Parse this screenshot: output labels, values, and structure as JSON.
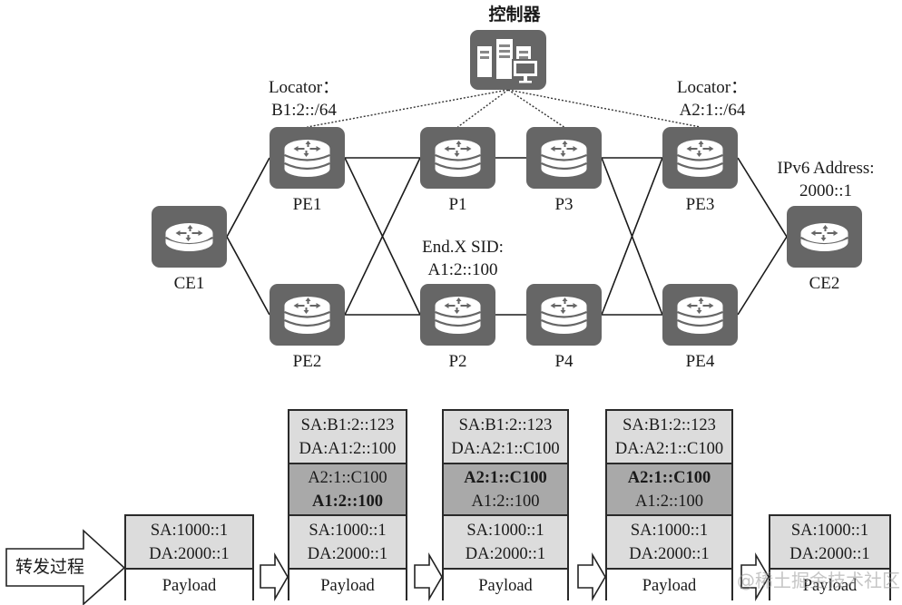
{
  "controller": {
    "label": "控制器",
    "icon": "server-monitor-icon"
  },
  "annotations": {
    "pe1_locator": [
      "Locator：",
      "B1:2::/64"
    ],
    "pe3_locator": [
      "Locator：",
      "A2:1::/64"
    ],
    "p2_endx_sid": [
      "End.X SID:",
      "A1:2::100"
    ],
    "ce2_address": [
      "IPv6 Address:",
      "2000::1"
    ]
  },
  "nodes": [
    {
      "id": "CE1",
      "label": "CE1",
      "icon": "router-icon",
      "layers": 1
    },
    {
      "id": "PE1",
      "label": "PE1",
      "icon": "router-icon",
      "layers": 2
    },
    {
      "id": "PE2",
      "label": "PE2",
      "icon": "router-icon",
      "layers": 2
    },
    {
      "id": "P1",
      "label": "P1",
      "icon": "router-icon",
      "layers": 2
    },
    {
      "id": "P2",
      "label": "P2",
      "icon": "router-icon",
      "layers": 2
    },
    {
      "id": "P3",
      "label": "P3",
      "icon": "router-icon",
      "layers": 2
    },
    {
      "id": "P4",
      "label": "P4",
      "icon": "router-icon",
      "layers": 2
    },
    {
      "id": "PE3",
      "label": "PE3",
      "icon": "router-icon",
      "layers": 2
    },
    {
      "id": "PE4",
      "label": "PE4",
      "icon": "router-icon",
      "layers": 2
    },
    {
      "id": "CE2",
      "label": "CE2",
      "icon": "router-icon",
      "layers": 1
    }
  ],
  "links": [
    [
      "CE1",
      "PE1"
    ],
    [
      "CE1",
      "PE2"
    ],
    [
      "PE1",
      "P1"
    ],
    [
      "PE1",
      "P2"
    ],
    [
      "PE2",
      "P1"
    ],
    [
      "PE2",
      "P2"
    ],
    [
      "P1",
      "P3"
    ],
    [
      "P2",
      "P4"
    ],
    [
      "P3",
      "PE3"
    ],
    [
      "P3",
      "PE4"
    ],
    [
      "P4",
      "PE3"
    ],
    [
      "P4",
      "PE4"
    ],
    [
      "PE3",
      "CE2"
    ],
    [
      "PE4",
      "CE2"
    ]
  ],
  "controller_links": [
    "PE1",
    "P1",
    "P3",
    "PE3"
  ],
  "forwarding": {
    "label": "转发过程",
    "packets": [
      {
        "sections": [
          {
            "style": "light",
            "lines": [
              {
                "text": "SA:1000::1"
              },
              {
                "text": "DA:2000::1"
              }
            ]
          },
          {
            "style": "white",
            "lines": [
              {
                "text": "Payload"
              }
            ]
          }
        ]
      },
      {
        "sections": [
          {
            "style": "light",
            "lines": [
              {
                "text": "SA:B1:2::123"
              },
              {
                "text": "DA:A1:2::100"
              }
            ]
          },
          {
            "style": "dark",
            "lines": [
              {
                "text": "A2:1::C100"
              },
              {
                "text": "A1:2::100",
                "bold": true
              }
            ]
          },
          {
            "style": "light",
            "lines": [
              {
                "text": "SA:1000::1"
              },
              {
                "text": "DA:2000::1"
              }
            ]
          },
          {
            "style": "white",
            "lines": [
              {
                "text": "Payload"
              }
            ]
          }
        ]
      },
      {
        "sections": [
          {
            "style": "light",
            "lines": [
              {
                "text": "SA:B1:2::123"
              },
              {
                "text": "DA:A2:1::C100"
              }
            ]
          },
          {
            "style": "dark",
            "lines": [
              {
                "text": "A2:1::C100",
                "bold": true
              },
              {
                "text": "A1:2::100"
              }
            ]
          },
          {
            "style": "light",
            "lines": [
              {
                "text": "SA:1000::1"
              },
              {
                "text": "DA:2000::1"
              }
            ]
          },
          {
            "style": "white",
            "lines": [
              {
                "text": "Payload"
              }
            ]
          }
        ]
      },
      {
        "sections": [
          {
            "style": "light",
            "lines": [
              {
                "text": "SA:B1:2::123"
              },
              {
                "text": "DA:A2:1::C100"
              }
            ]
          },
          {
            "style": "dark",
            "lines": [
              {
                "text": "A2:1::C100",
                "bold": true
              },
              {
                "text": "A1:2::100"
              }
            ]
          },
          {
            "style": "light",
            "lines": [
              {
                "text": "SA:1000::1"
              },
              {
                "text": "DA:2000::1"
              }
            ]
          },
          {
            "style": "white",
            "lines": [
              {
                "text": "Payload"
              }
            ]
          }
        ]
      },
      {
        "sections": [
          {
            "style": "light",
            "lines": [
              {
                "text": "SA:1000::1"
              },
              {
                "text": "DA:2000::1"
              }
            ]
          },
          {
            "style": "white",
            "lines": [
              {
                "text": "Payload"
              }
            ]
          }
        ]
      }
    ]
  },
  "watermark": "@稀土掘金技术社区",
  "colors": {
    "node_fill": "#666666",
    "light_section": "#dcdcdc",
    "dark_section": "#a9a9a9",
    "line": "#1a1a1a"
  }
}
